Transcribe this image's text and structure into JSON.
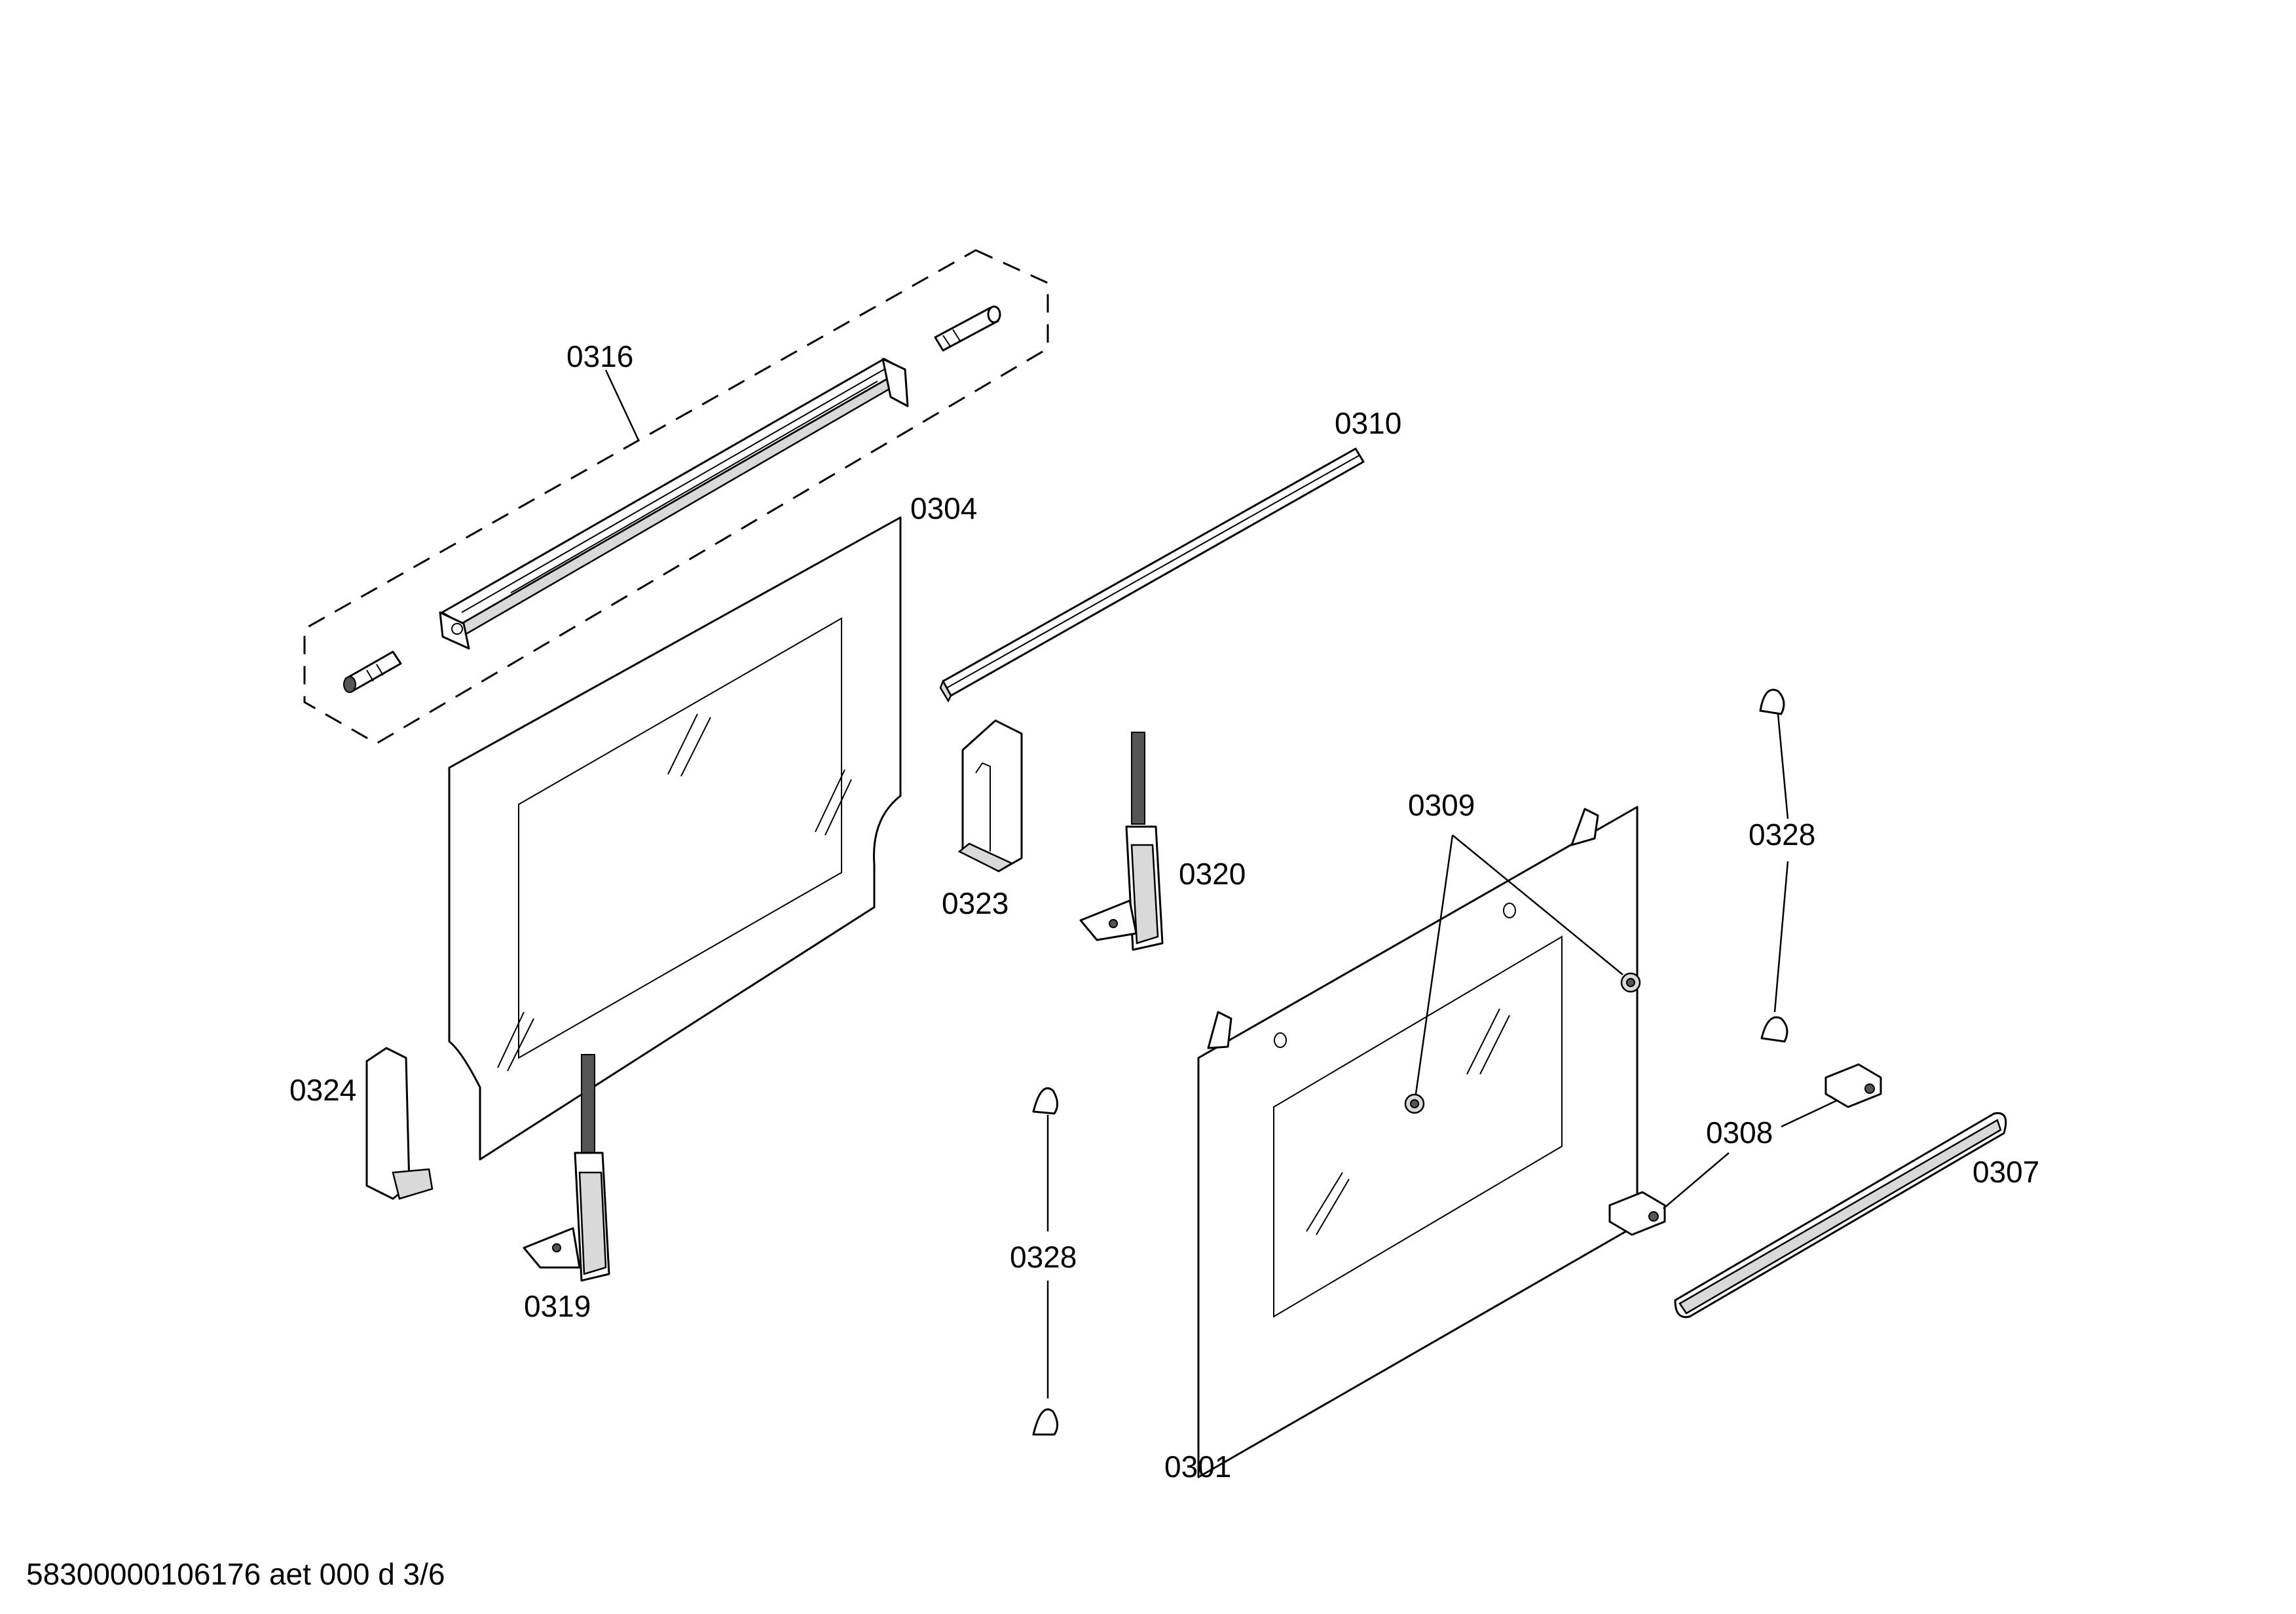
{
  "labels": {
    "p0316": "0316",
    "p0310": "0310",
    "p0304": "0304",
    "p0309": "0309",
    "p0328_top": "0328",
    "p0323": "0323",
    "p0320": "0320",
    "p0324": "0324",
    "p0308": "0308",
    "p0307": "0307",
    "p0328_bottom": "0328",
    "p0319": "0319",
    "p0301": "0301"
  },
  "footer": "58300000106176 aet 000 d 3/6"
}
